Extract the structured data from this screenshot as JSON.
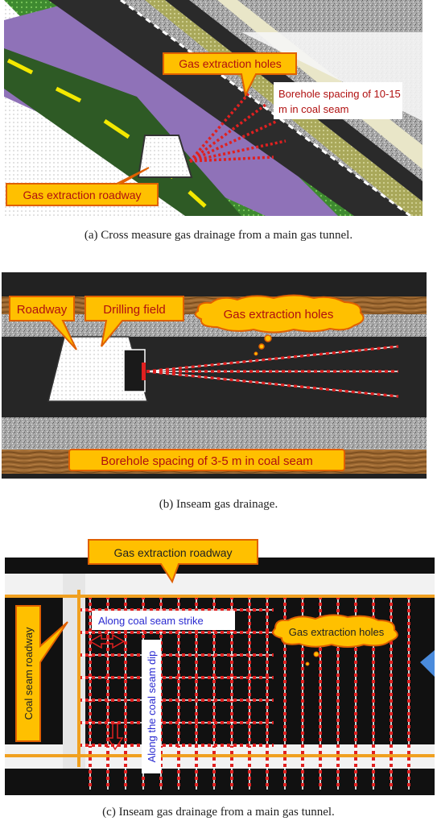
{
  "panel_a": {
    "label_holes": "Gas extraction holes",
    "label_spacing_line1": "Borehole spacing of 10-15",
    "label_spacing_line2": "m in coal seam",
    "label_roadway": "Gas extraction roadway",
    "caption": "(a) Cross measure gas drainage from a main gas tunnel."
  },
  "panel_b": {
    "label_roadway": "Roadway",
    "label_field": "Drilling field",
    "label_holes": "Gas extraction holes",
    "label_spacing": "Borehole spacing of 3-5 m in coal seam",
    "caption": "(b) Inseam gas drainage."
  },
  "panel_c": {
    "label_roadway": "Gas extraction roadway",
    "label_strike": "Along coal seam strike",
    "label_holes": "Gas extraction holes",
    "label_coal_roadway": "Coal seam roadway",
    "label_dip": "Along the coal seam dip",
    "caption": "(c) Inseam gas drainage from a main gas tunnel."
  },
  "colors": {
    "callout_fill": "#ffc000",
    "callout_stroke": "#e06000",
    "label_text": "#b01010",
    "coal": "#222222",
    "drill_hole": "#e02020"
  }
}
